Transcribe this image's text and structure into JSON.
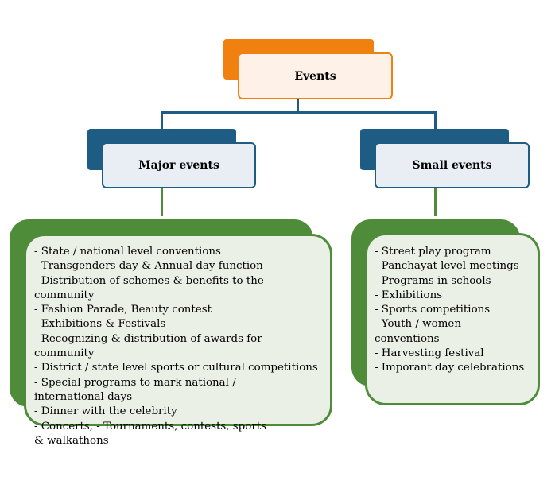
{
  "colors": {
    "events_accent": "#F08010",
    "events_fill": "#FEF1E7",
    "category_accent": "#1F5C84",
    "category_fill": "#E8EEF4",
    "list_accent": "#4E8C3A",
    "list_fill": "#EBF0E7"
  },
  "root": {
    "label": "Events"
  },
  "major": {
    "label": "Major events",
    "items": [
      "- State / national level conventions",
      "- Transgenders day & Annual day function",
      "- Distribution of schemes & benefits to the community",
      "- Fashion Parade, Beauty contest",
      "- Exhibitions & Festivals",
      "- Recognizing & distribution of awards for community",
      "- District / state level sports or cultural competitions",
      "- Special programs to mark national / international days",
      "- Dinner with the celebrity",
      "- Concerts, - Tournaments, contests, sports & walkathons"
    ]
  },
  "small": {
    "label": "Small events",
    "items": [
      "- Street play program",
      "- Panchayat level meetings",
      "- Programs in schools",
      "- Exhibitions",
      "- Sports competitions",
      "- Youth / women conventions",
      "- Harvesting festival",
      "- Imporant day celebrations"
    ]
  }
}
